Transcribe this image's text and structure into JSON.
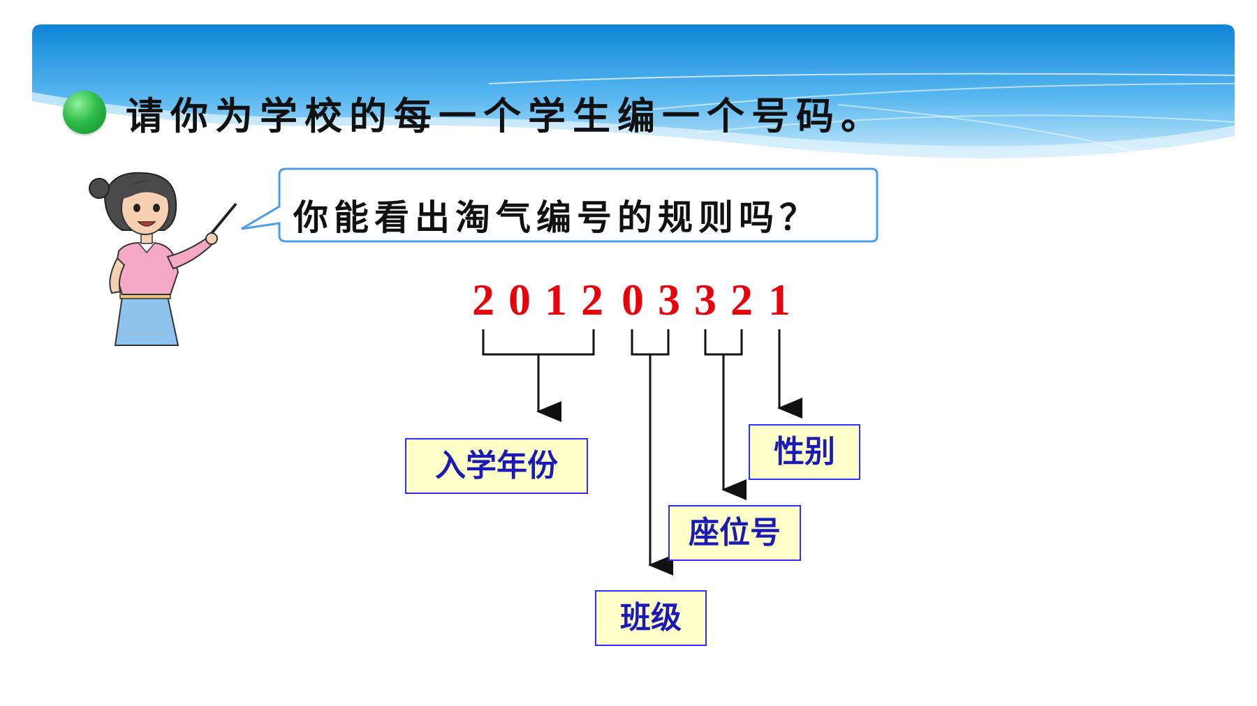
{
  "title": "请你为学校的每一个学生编一个号码。",
  "speech": "你能看出淘气编号的规则吗？",
  "student_number": [
    "2",
    "0",
    "1",
    "2",
    "0",
    "3",
    "3",
    "2",
    "1"
  ],
  "labels": {
    "year": "入学年份",
    "class": "班级",
    "seat": "座位号",
    "gender": "性别"
  },
  "colors": {
    "banner": "#1a8fe0",
    "digits": "#e8000b",
    "label_fill": "#ffffc8",
    "label_border": "#2d2dff",
    "label_text": "#1a1ab4",
    "bubble_border": "#4a9ee8"
  },
  "icons": {
    "bullet": "green-circle-icon",
    "teacher": "teacher-with-pointer"
  }
}
